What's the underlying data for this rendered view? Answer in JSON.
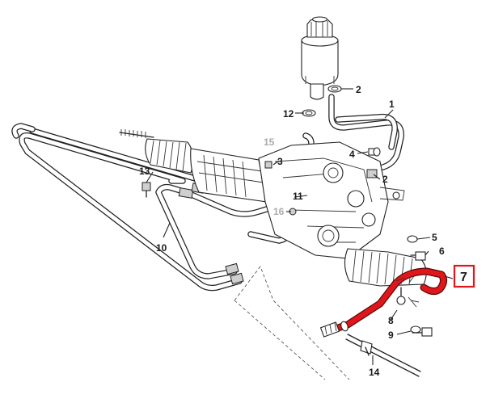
{
  "diagram": {
    "highlight_color": "#e0161b",
    "callouts": [
      {
        "id": "c1",
        "label": "1"
      },
      {
        "id": "c2a",
        "label": "2"
      },
      {
        "id": "c2b",
        "label": "2"
      },
      {
        "id": "c3",
        "label": "3"
      },
      {
        "id": "c4",
        "label": "4"
      },
      {
        "id": "c5",
        "label": "5"
      },
      {
        "id": "c6",
        "label": "6"
      },
      {
        "id": "c7",
        "label": "7"
      },
      {
        "id": "c8",
        "label": "8"
      },
      {
        "id": "c9",
        "label": "9"
      },
      {
        "id": "c10",
        "label": "10"
      },
      {
        "id": "c11",
        "label": "11"
      },
      {
        "id": "c12",
        "label": "12"
      },
      {
        "id": "c13",
        "label": "13"
      },
      {
        "id": "c14",
        "label": "14"
      },
      {
        "id": "c15",
        "label": "15"
      },
      {
        "id": "c16",
        "label": "16"
      }
    ]
  }
}
